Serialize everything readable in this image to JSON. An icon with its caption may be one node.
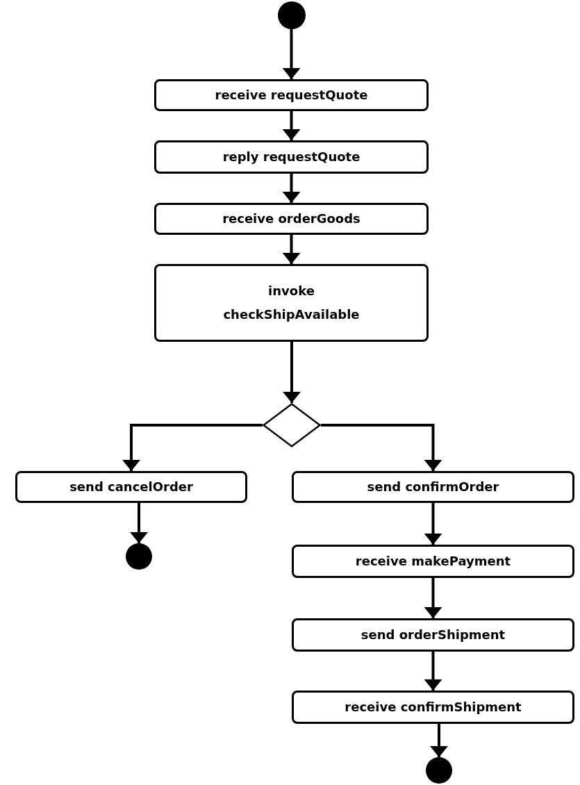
{
  "diagram": {
    "nodes": [
      {
        "text": [],
        "shape": "circle"
      },
      {
        "text": [
          "receive requestQuote"
        ]
      },
      {
        "text": [
          "reply requestQuote"
        ]
      },
      {
        "text": [
          "receive orderGoods"
        ]
      },
      {
        "text": [
          "invoke checkShipAvailable"
        ]
      },
      {
        "text": [],
        "shape": "diamond"
      },
      {
        "text": [
          "send cancelOrder"
        ]
      },
      {
        "text": [],
        "shape": "circle"
      },
      {
        "text": [
          "send confirmOrder"
        ]
      },
      {
        "text": [
          "receive makePayment"
        ]
      },
      {
        "text": [
          "send orderShipment"
        ]
      },
      {
        "text": [
          "receive confirmShipment"
        ]
      },
      {
        "text": [],
        "shape": "circle"
      }
    ],
    "edges": [
      {
        "from": 0,
        "to": 1,
        "arrow": "to"
      },
      {
        "from": 1,
        "to": 2,
        "arrow": "to"
      },
      {
        "from": 2,
        "to": 3,
        "arrow": "to"
      },
      {
        "from": 3,
        "to": 4,
        "arrow": "to"
      },
      {
        "from": 4,
        "to": 5,
        "arrow": "to"
      },
      {
        "from": 5,
        "to": 6,
        "arrow": "to"
      },
      {
        "from": 6,
        "to": 7,
        "arrow": "to"
      },
      {
        "from": 5,
        "to": 8,
        "arrow": "to"
      },
      {
        "from": 8,
        "to": 9,
        "arrow": "to"
      },
      {
        "from": 9,
        "to": 10,
        "arrow": "to"
      },
      {
        "from": 10,
        "to": 11,
        "arrow": "to"
      },
      {
        "from": 11,
        "to": 12,
        "arrow": "to"
      }
    ]
  }
}
